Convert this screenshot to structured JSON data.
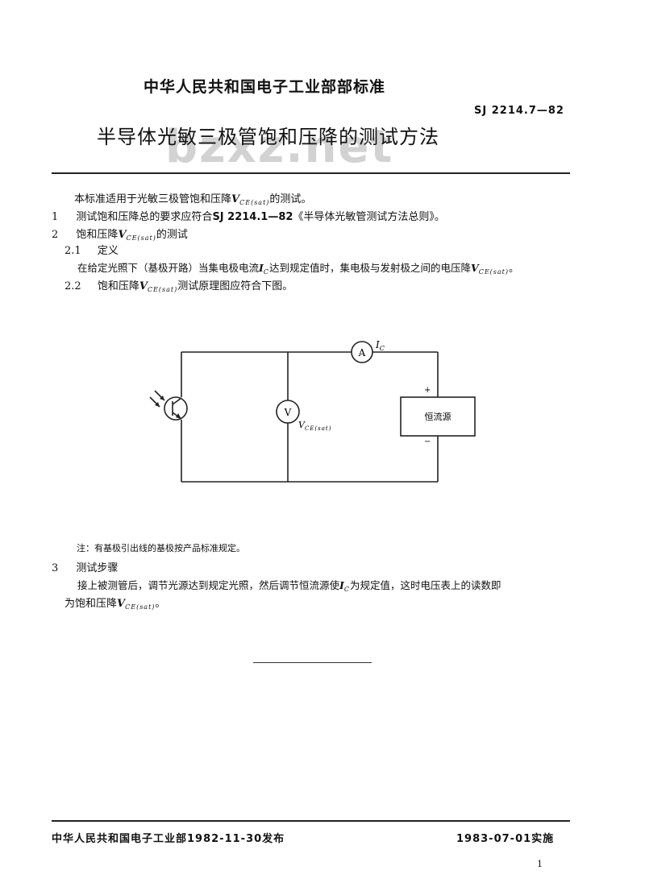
{
  "header": {
    "ministry": "中华人民共和国电子工业部部标准",
    "standard_no": "SJ 2214.7—82",
    "title": "半导体光敏三极管饱和压降的测试方法",
    "watermark": "bzxz.net"
  },
  "intro": {
    "text_before": "本标准适用于光敏三极管饱和压降",
    "symbol": "V",
    "subscript": "CE(sat)",
    "text_after": "的测试。"
  },
  "section1": {
    "number": "1",
    "text_before": "测试饱和压降总的要求应符合",
    "ref": "SJ 2214.1—82",
    "text_after": "《半导体光敏管测试方法总则》。"
  },
  "section2": {
    "number": "2",
    "text_before": "饱和压降",
    "symbol": "V",
    "subscript": "CE(sat)",
    "text_after": "的测试"
  },
  "section2_1": {
    "number": "2.1",
    "heading": "定义",
    "text_before": "在给定光照下（基极开路）当集电极电流",
    "ic_symbol": "I",
    "ic_sub": "C",
    "text_mid": "达到规定值时，集电极与发射极之间的电压降",
    "symbol": "V",
    "subscript": "CE(sat)",
    "text_after": "。"
  },
  "section2_2": {
    "number": "2.2",
    "text_before": "饱和压降",
    "symbol": "V",
    "subscript": "CE(sat)",
    "text_after": "测试原理图应符合下图。"
  },
  "circuit": {
    "ammeter": "A",
    "current_label": "I",
    "current_sub": "C",
    "voltmeter": "V",
    "voltage_label": "V",
    "voltage_sub": "CE(sat)",
    "source_label": "恒流源",
    "plus": "+",
    "minus": "−"
  },
  "note": "注：有基极引出线的基极按产品标准规定。",
  "section3": {
    "number": "3",
    "heading": "测试步骤",
    "text_line1_before": "接上被测管后，调节光源达到规定光照，然后调节恒流源使",
    "ic_symbol": "I",
    "ic_sub": "C",
    "text_line1_after": "为规定值，这时电压表上的读数即",
    "text_line2_before": "为饱和压降",
    "symbol": "V",
    "subscript": "CE(sat)",
    "text_line2_after": "。"
  },
  "footer": {
    "issued": "中华人民共和国电子工业部1982-11-30发布",
    "effective": "1983-07-01实施",
    "page": "1"
  }
}
